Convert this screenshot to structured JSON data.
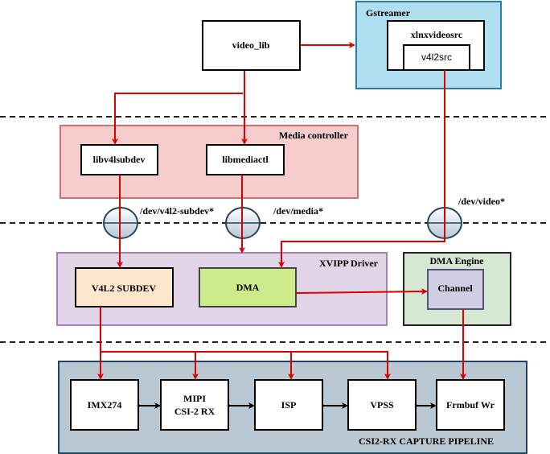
{
  "gstreamer": {
    "title": "Gstreamer",
    "xlnxvideosrc": "xlnxvideosrc",
    "v4l2src": "v4l2src",
    "color": "#b0dff0"
  },
  "video_lib": "video_lib",
  "media_controller": {
    "title": "Media controller",
    "libv4lsubdev": "libv4lsubdev",
    "libmediactl": "libmediactl",
    "color": "#f6cccc"
  },
  "nodes": {
    "subdev": "/dev/v4l2-subdev*",
    "media": "/dev/media*",
    "video": "/dev/video*"
  },
  "xvipp": {
    "title": "XVIPP  Driver",
    "v4l2_subdev": "V4L2 SUBDEV",
    "dma": "DMA",
    "color": "#e2d5e8"
  },
  "dma_engine": {
    "title": "DMA Engine",
    "channel": "Channel",
    "color": "#d5e8d4"
  },
  "pipeline": {
    "title": "CSI2-RX CAPTURE PIPELINE",
    "blocks": [
      "IMX274",
      "MIPI",
      "CSI-2 RX",
      "ISP",
      "VPSS",
      "Frmbuf Wr"
    ],
    "color": "#bac8d3"
  },
  "arrow_color": "#dd0000"
}
